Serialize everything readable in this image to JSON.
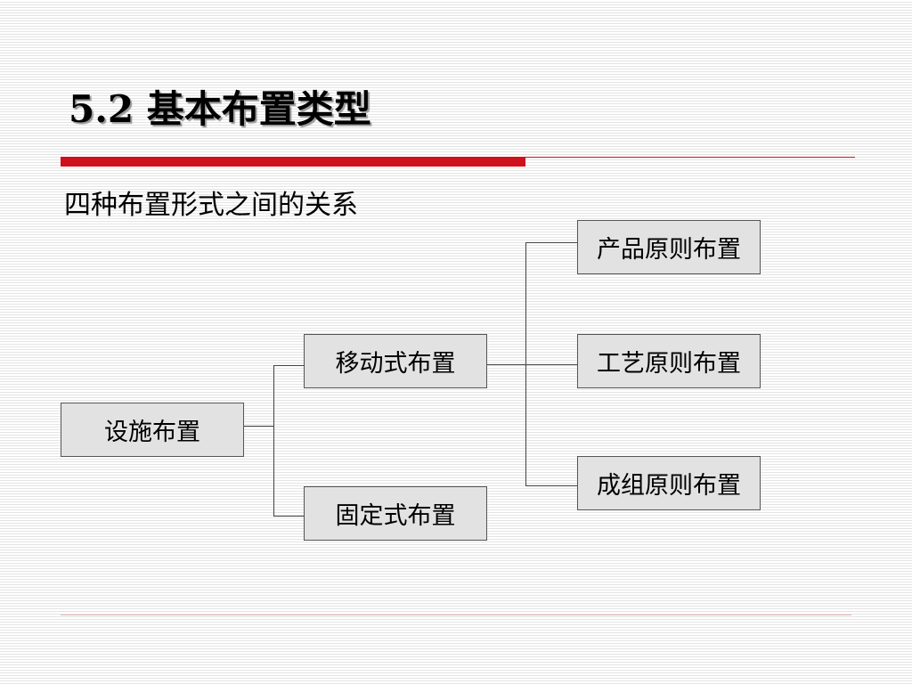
{
  "slide": {
    "title": "5.2 基本布置类型",
    "subtitle": "四种布置形式之间的关系"
  },
  "colors": {
    "accent_bar": "#d0101c",
    "node_fill": "#e2e2e2",
    "node_border": "#555555",
    "connector": "#444444"
  },
  "diagram": {
    "root": "设施布置",
    "level2": {
      "mobile": "移动式布置",
      "fixed": "固定式布置"
    },
    "level3": {
      "product": "产品原则布置",
      "process": "工艺原则布置",
      "group": "成组原则布置"
    }
  }
}
